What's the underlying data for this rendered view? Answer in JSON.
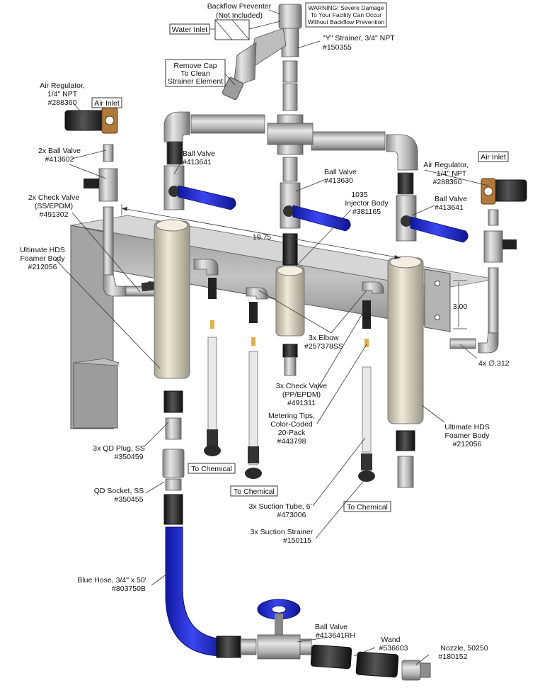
{
  "labels": {
    "backflow_l1": "Backflow Preventer",
    "backflow_l2": "(Not Included)",
    "warning_l1": "WARNING! Severe Damage",
    "warning_l2": "To Your Facility Can Occur",
    "warning_l3": "Without Backflow Prevention",
    "water_inlet": "Water Inlet",
    "strainer_l1": "\"Y\" Strainer, 3/4\" NPT",
    "strainer_l2": "#150355",
    "removecap_l1": "Remove Cap",
    "removecap_l2": "To Clean",
    "removecap_l3": "Strainer Element",
    "airreg_left_l1": "Air Regulator,",
    "airreg_left_l2": "1/4\" NPT",
    "airreg_left_l3": "#288360",
    "air_inlet_left": "Air Inlet",
    "ballvalve2x_l1": "2x Ball Valve",
    "ballvalve2x_l2": "#413602",
    "ballvalve_a_l1": "Ball Valve",
    "ballvalve_a_l2": "#413641",
    "ballvalve_b_l1": "Ball Valve",
    "ballvalve_b_l2": "#413630",
    "airreg_right_l1": "Air Regulator,",
    "airreg_right_l2": "1/4\" NPT",
    "airreg_right_l3": "#288360",
    "air_inlet_right": "Air Inlet",
    "ballvalve_c_l1": "Ball Valve",
    "ballvalve_c_l2": "#413641",
    "check2x_l1": "2x Check Valve",
    "check2x_l2": "(SS/EPDM)",
    "check2x_l3": "#491302",
    "injector_l1": "1035",
    "injector_l2": "Injector Body",
    "injector_l3": "#381165",
    "dim_width": "19.75",
    "foamer_left_l1": "Ultimate HDS",
    "foamer_left_l2": "Foamer Body",
    "foamer_left_l3": "#212056",
    "dim_height": "3.00",
    "elbow_l1": "3x Elbow",
    "elbow_l2": "#257378SS",
    "holes": "4x ∅.312",
    "check3x_l1": "3x Check Valve",
    "check3x_l2": "(PP/EPDM)",
    "check3x_l3": "#491311",
    "tips_l1": "Metering Tips,",
    "tips_l2": "Color-Coded",
    "tips_l3": "20-Pack",
    "tips_l4": "#443798",
    "foamer_right_l1": "Ultimate HDS",
    "foamer_right_l2": "Foamer Body",
    "foamer_right_l3": "#212056",
    "qdplug_l1": "3x QD Plug, SS",
    "qdplug_l2": "#350459",
    "to_chemical_1": "To Chemical",
    "to_chemical_2": "To Chemical",
    "to_chemical_3": "To Chemical",
    "qdsocket_l1": "QD Socket, SS",
    "qdsocket_l2": "#350455",
    "suctiontube_l1": "3x Suction Tube, 6'",
    "suctiontube_l2": "#473006",
    "suctionstrainer_l1": "3x Suction Strainer",
    "suctionstrainer_l2": "#150115",
    "hose_l1": "Blue Hose, 3/4\" x 50'",
    "hose_l2": "#803750B",
    "ballvalve_rh_l1": "Ball Valve",
    "ballvalve_rh_l2": "#413641RH",
    "wand_l1": "Wand",
    "wand_l2": "#536603",
    "nozzle_l1": "Nozzle, 50250",
    "nozzle_l2": "#180152"
  },
  "colors": {
    "steel": "#c9c9c9",
    "steel_dark": "#7d7d7d",
    "cream": "#d9d3c2",
    "hose_blue": "#1f2ad6",
    "rubber_black": "#2a2a2a",
    "brass": "#b07a3c"
  }
}
